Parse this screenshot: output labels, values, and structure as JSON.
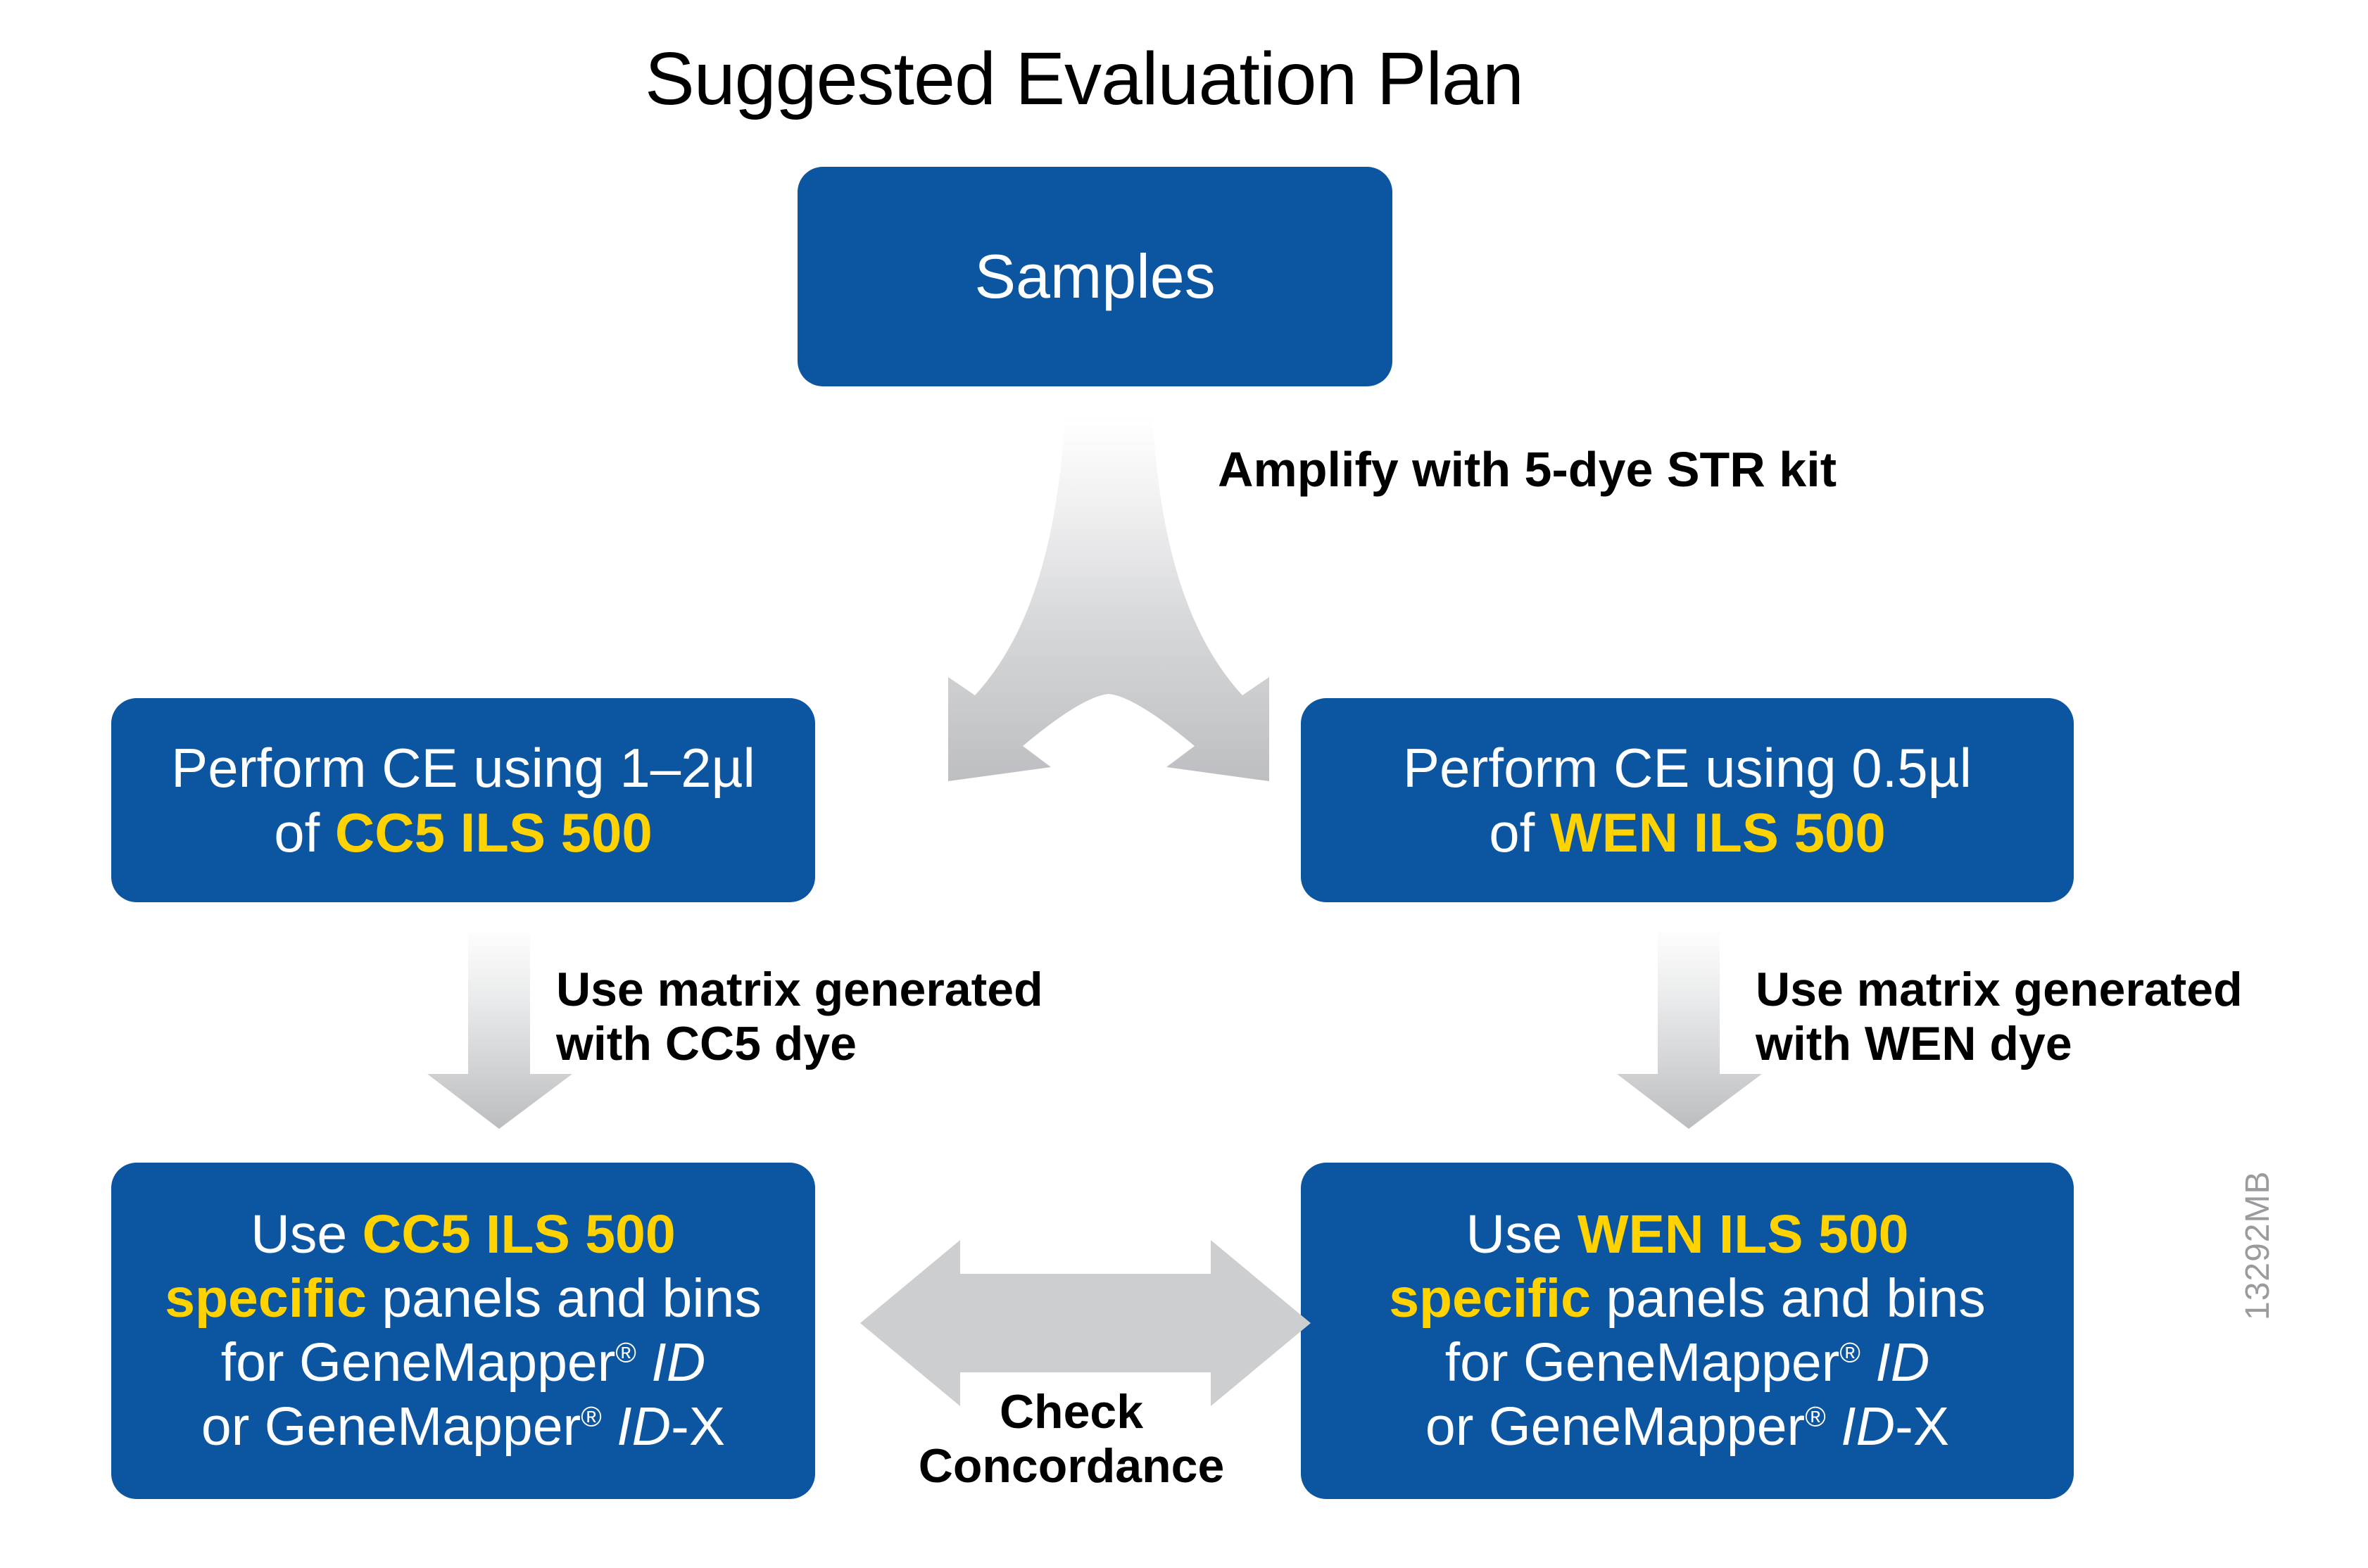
{
  "title": "Suggested Evaluation Plan",
  "colors": {
    "box_blue": "#0B55A1",
    "highlight_yellow": "#FFD200",
    "arrow_gray": "#C8C9CB",
    "caption_black": "#000000",
    "side_code_gray": "#9A9A9F",
    "background": "#FFFFFF"
  },
  "boxes": {
    "samples": {
      "label": "Samples"
    },
    "ce_left": {
      "line1": "Perform CE using 1–2µl",
      "line2_prefix": "of ",
      "line2_highlight": "CC5 ILS 500"
    },
    "ce_right": {
      "line1": "Perform CE using 0.5µl",
      "line2_prefix": "of ",
      "line2_highlight": "WEN ILS 500"
    },
    "panels_left": {
      "line1_prefix": "Use ",
      "line1_highlight": "CC5 ILS 500",
      "line2_highlight": "specific",
      "line2_suffix": " panels and bins",
      "line3_prefix": "for GeneMapper",
      "line3_reg": "®",
      "line3_italic": "ID",
      "line4_prefix": "or GeneMapper",
      "line4_reg": "®",
      "line4_italic": "ID",
      "line4_suffix": "-X"
    },
    "panels_right": {
      "line1_prefix": "Use ",
      "line1_highlight": "WEN ILS 500",
      "line2_highlight": "specific",
      "line2_suffix": " panels and bins",
      "line3_prefix": "for GeneMapper",
      "line3_reg": "®",
      "line3_italic": "ID",
      "line4_prefix": "or GeneMapper",
      "line4_reg": "®",
      "line4_italic": "ID",
      "line4_suffix": "-X"
    }
  },
  "captions": {
    "amplify": "Amplify with 5-dye STR kit",
    "matrix_left": "Use matrix generated\nwith CC5 dye",
    "matrix_right": "Use matrix generated\nwith WEN dye",
    "concordance": "Check\nConcordance"
  },
  "side_code": "13292MB",
  "arrows": [
    {
      "name": "split-arrow-down-branching",
      "direction": "down-split"
    },
    {
      "name": "arrow-down-left",
      "direction": "down"
    },
    {
      "name": "arrow-down-right",
      "direction": "down"
    },
    {
      "name": "arrow-double-horizontal",
      "direction": "left-right"
    }
  ]
}
